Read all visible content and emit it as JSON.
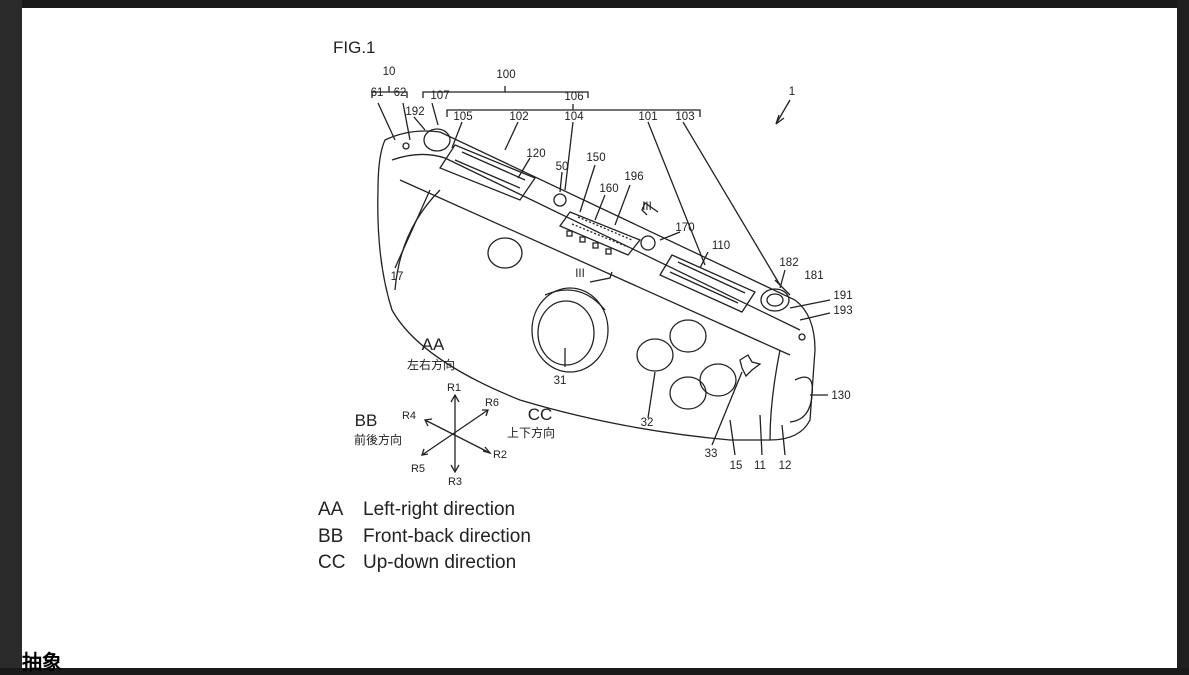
{
  "figure": {
    "title": "FIG.1",
    "reference_numerals": [
      "10",
      "61",
      "62",
      "100",
      "107",
      "106",
      "192",
      "105",
      "102",
      "104",
      "101",
      "103",
      "1",
      "120",
      "50",
      "150",
      "160",
      "196",
      "III",
      "170",
      "110",
      "17",
      "182",
      "181",
      "191",
      "193",
      "III",
      "31",
      "32",
      "33",
      "15",
      "11",
      "12",
      "130"
    ],
    "axes": {
      "aa_label": "AA",
      "aa_jp": "左右方向",
      "bb_label": "BB",
      "bb_jp": "前後方向",
      "cc_label": "CC",
      "cc_jp": "上下方向",
      "r1": "R1",
      "r2": "R2",
      "r3": "R3",
      "r4": "R4",
      "r5": "R5",
      "r6": "R6"
    }
  },
  "legend": [
    {
      "key": "AA",
      "text": "Left-right direction"
    },
    {
      "key": "BB",
      "text": "Front-back direction"
    },
    {
      "key": "CC",
      "text": "Up-down direction"
    }
  ],
  "section_heading": "抽象",
  "colors": {
    "line": "#222222",
    "background": "#ffffff",
    "frame": "#1a1a1a"
  }
}
